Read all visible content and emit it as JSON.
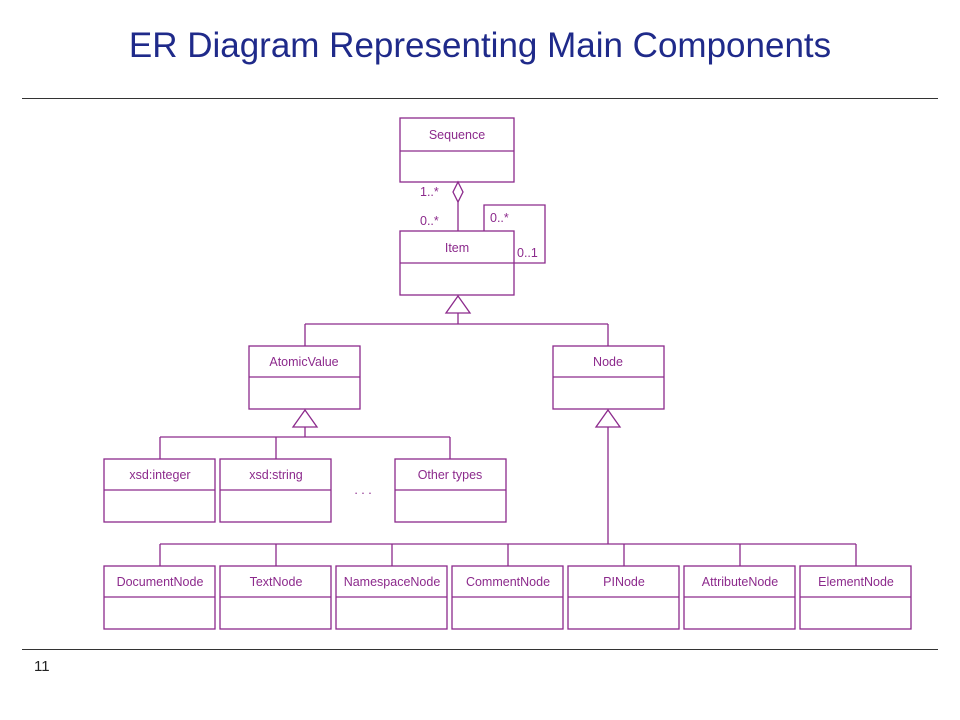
{
  "title": "ER Diagram Representing Main Components",
  "page_number": "11",
  "diagram": {
    "color": "#8c2a8c",
    "title_color": "#1f2a8a",
    "classes": {
      "sequence": "Sequence",
      "item": "Item",
      "atomic_value": "AtomicValue",
      "node": "Node",
      "xsd_integer": "xsd:integer",
      "xsd_string": "xsd:string",
      "other_types": "Other types",
      "document_node": "DocumentNode",
      "text_node": "TextNode",
      "namespace_node": "NamespaceNode",
      "comment_node": "CommentNode",
      "pi_node": "PINode",
      "attribute_node": "AttributeNode",
      "element_node": "ElementNode"
    },
    "multiplicities": {
      "sequence_end": "1..*",
      "item_end": "0..*",
      "self_top": "0..*",
      "self_side": "0..1"
    },
    "ellipsis": ". . ."
  }
}
